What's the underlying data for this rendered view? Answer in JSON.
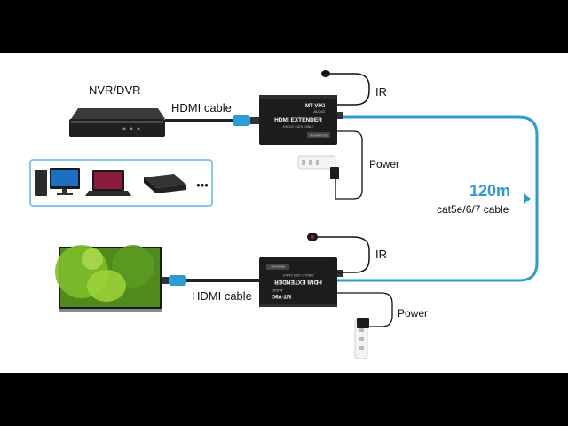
{
  "labels": {
    "source": "NVR/DVR",
    "hdmi_top": "HDMI cable",
    "ir_top": "IR",
    "power_top": "Power",
    "distance": "120m",
    "cable_type": "cat5e/6/7 cable",
    "hdmi_bottom": "HDMI cable",
    "ir_bottom": "IR",
    "power_bottom": "Power",
    "more": "•••"
  },
  "transmitter": {
    "brand": "MT-VIKI",
    "sub": "AUDIO",
    "title": "HDMI EXTENDER",
    "subtitle": "SINGLE CAT5 CABLE",
    "badge": "TRANSMITTER"
  },
  "receiver": {
    "brand": "MT-VIKI",
    "sub": "AUDIO",
    "title": "HDMI EXTENDER",
    "subtitle": "SINGLE CAT5 CABLE",
    "badge": "RECEIVER"
  },
  "colors": {
    "accent_blue": "#2e9bd6",
    "device_dark": "#1c1c1c",
    "panel_border": "#5fb8e0"
  },
  "icons": [
    "nvr-device-icon",
    "desktop-pc-icon",
    "laptop-icon",
    "tv-box-icon",
    "tv-icon",
    "ir-sensor-icon",
    "power-adapter-icon"
  ]
}
